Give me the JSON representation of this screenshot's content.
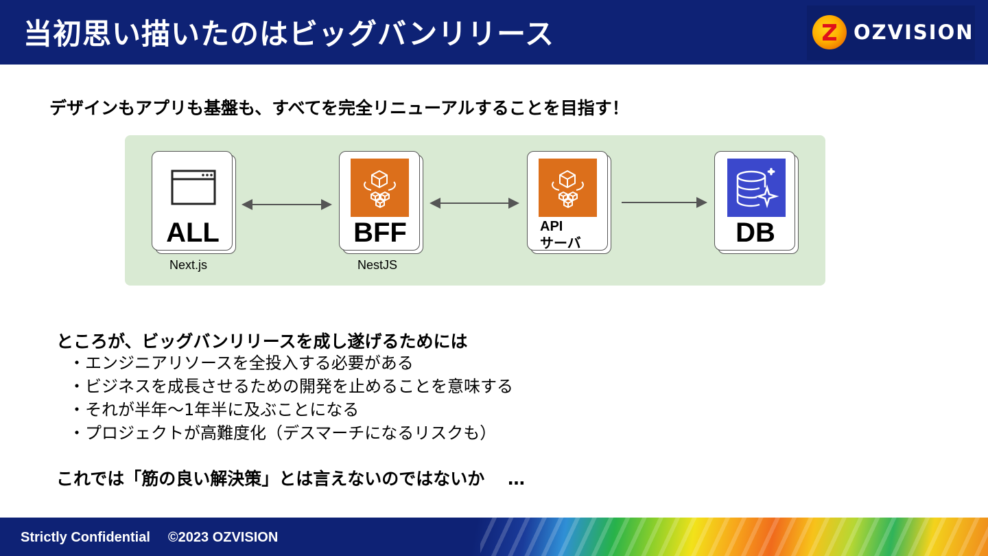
{
  "slide": {
    "title": "当初思い描いたのはビッグバンリリース",
    "logo_text": "OZVISION",
    "subtitle": "デザインもアプリも基盤も、すべてを完全リニューアルすることを目指す！"
  },
  "diagram": {
    "nodes": [
      {
        "label": "ALL",
        "caption": "Next.js",
        "icon": "browser-window-icon"
      },
      {
        "label": "BFF",
        "caption": "NestJS",
        "icon": "aws-app-runner-icon"
      },
      {
        "label_line1": "API",
        "label_line2": "サーバ",
        "icon": "aws-app-runner-icon"
      },
      {
        "label": "DB",
        "icon": "database-sparkle-icon"
      }
    ],
    "colors": {
      "panel": "#d9ead3",
      "aws_orange": "#dc6f1b",
      "db_blue": "#3b48cc"
    }
  },
  "body": {
    "lead": "ところが、ビッグバンリリースを成し遂げるためには",
    "bullets": [
      "エンジニアリソースを全投入する必要がある",
      "ビジネスを成長させるための開発を止めることを意味する",
      "それが半年～1年半に及ぶことになる",
      "プロジェクトが高難度化（デスマーチになるリスクも）"
    ],
    "closing": "これでは「筋の良い解決策」とは言えないのではないか　 …"
  },
  "footer": {
    "confidential": "Strictly Confidential",
    "copyright": "©2023 OZVISION"
  }
}
